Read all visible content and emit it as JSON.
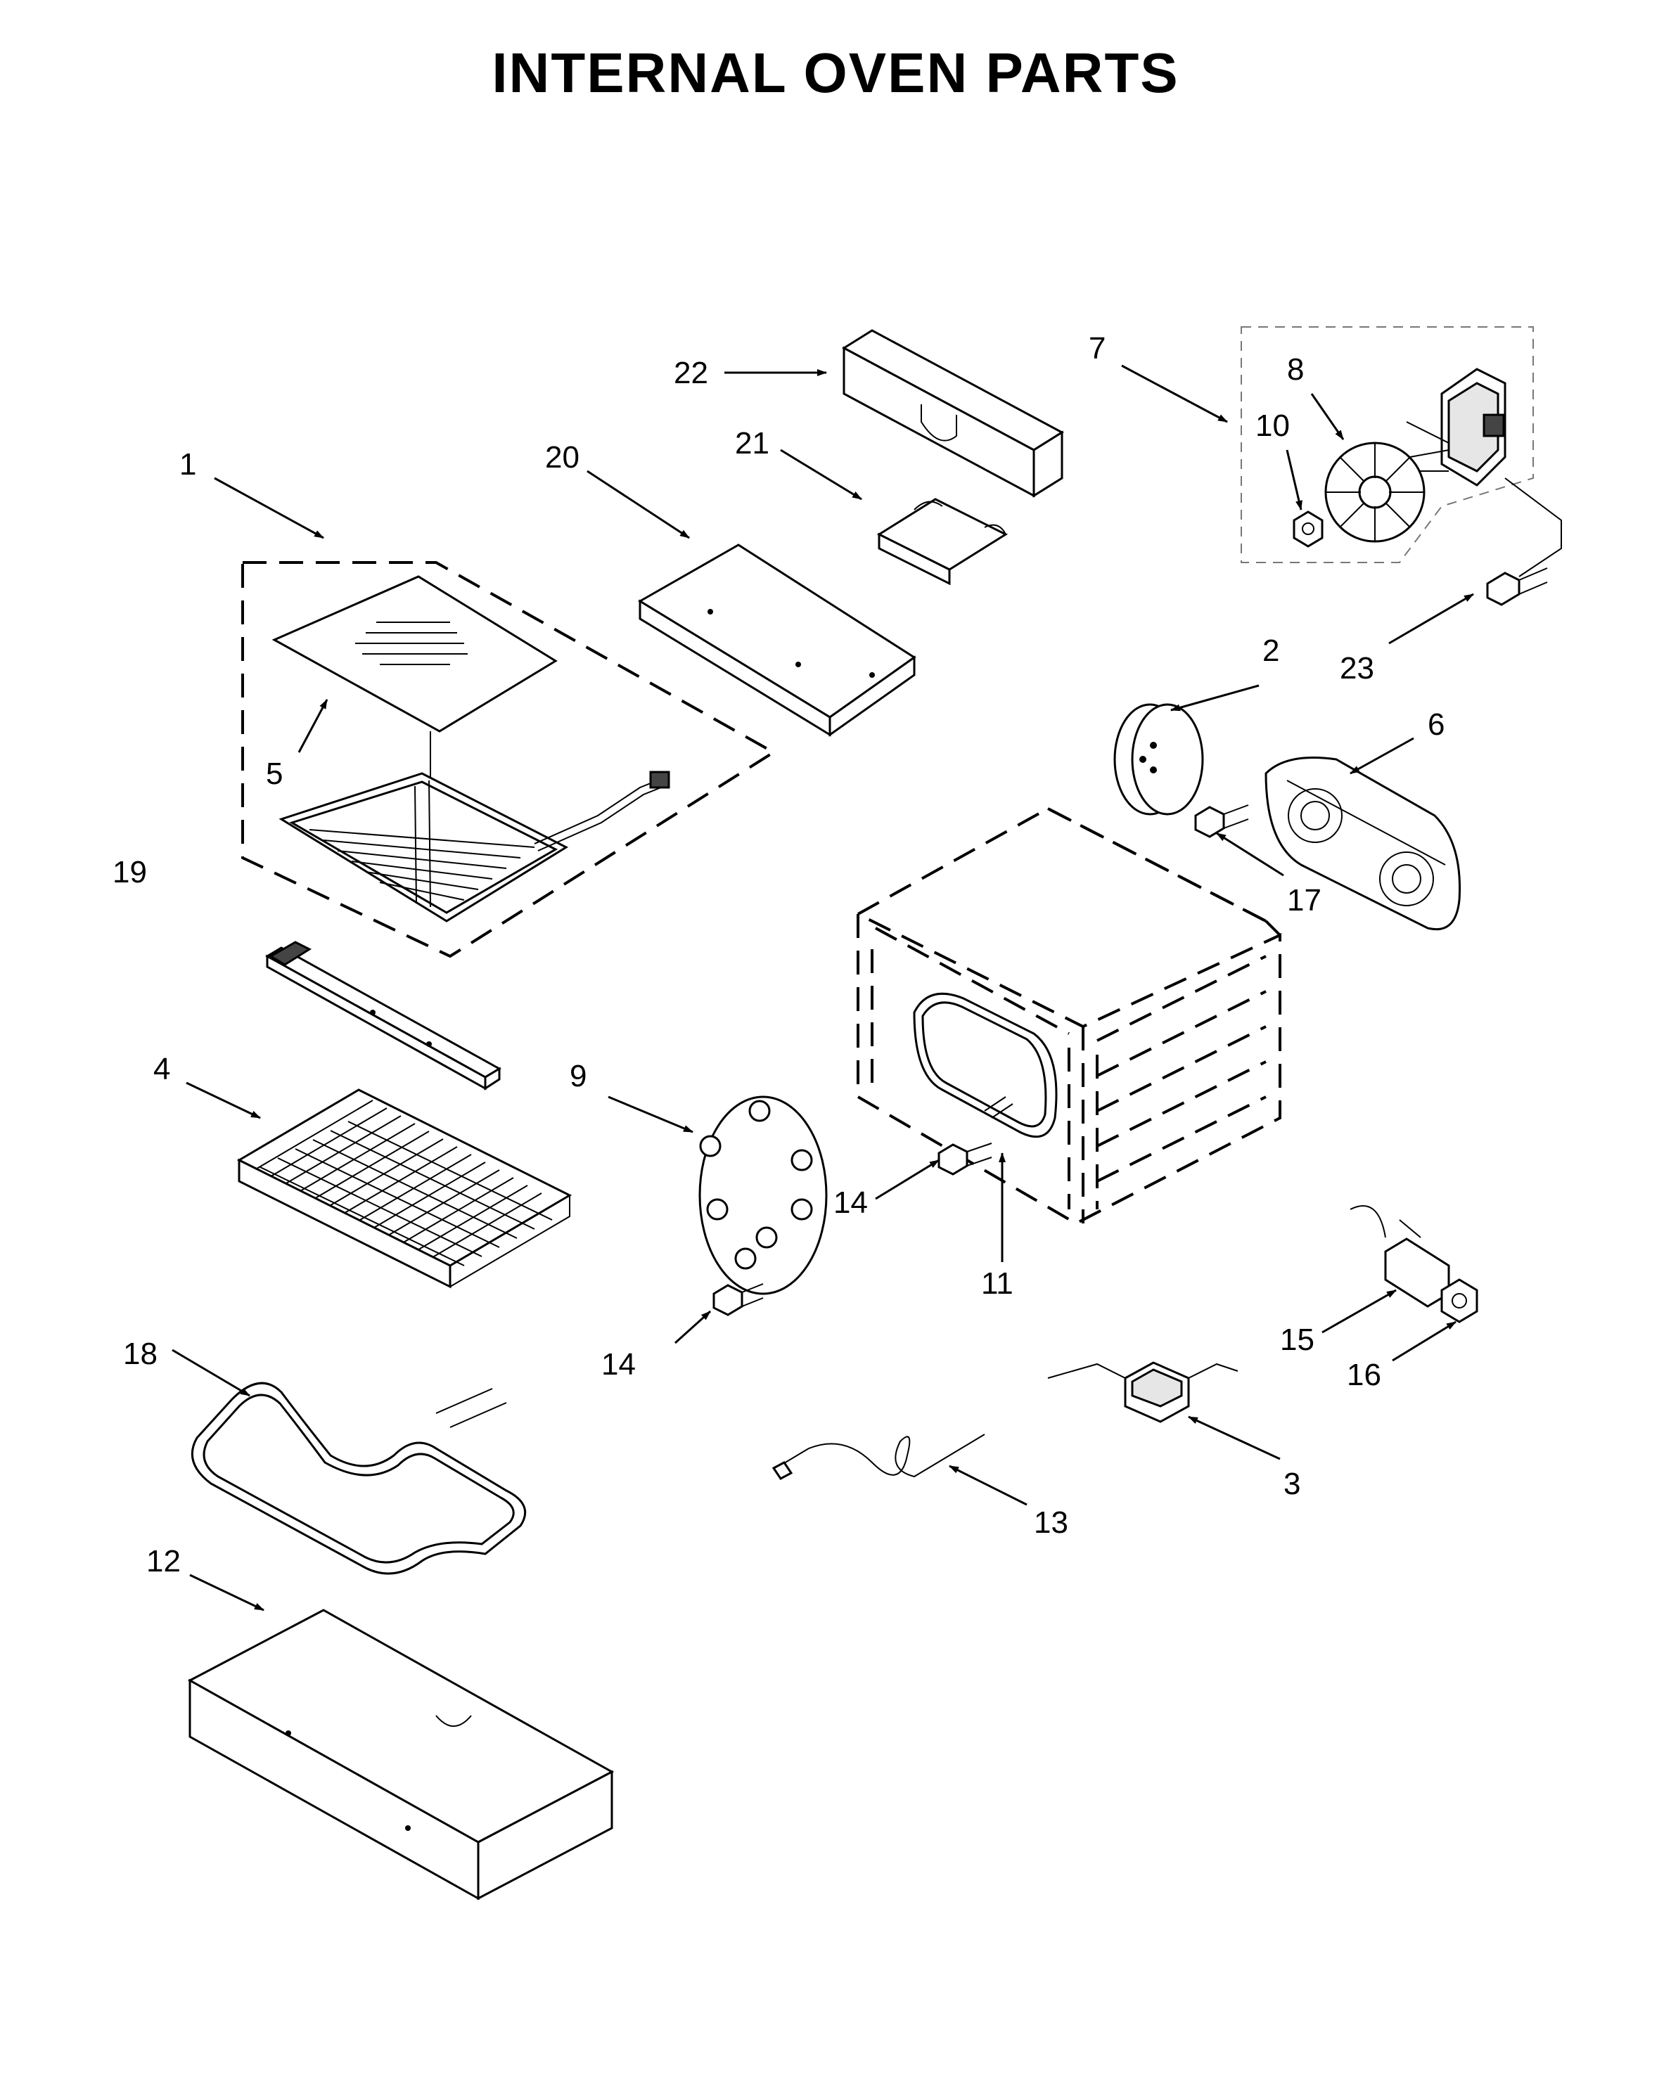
{
  "title": "INTERNAL OVEN PARTS",
  "callouts": [
    {
      "id": "c1",
      "label": "1"
    },
    {
      "id": "c2",
      "label": "2"
    },
    {
      "id": "c3",
      "label": "3"
    },
    {
      "id": "c4",
      "label": "4"
    },
    {
      "id": "c5",
      "label": "5"
    },
    {
      "id": "c6",
      "label": "6"
    },
    {
      "id": "c7",
      "label": "7"
    },
    {
      "id": "c8",
      "label": "8"
    },
    {
      "id": "c9",
      "label": "9"
    },
    {
      "id": "c10",
      "label": "10"
    },
    {
      "id": "c11",
      "label": "11"
    },
    {
      "id": "c12",
      "label": "12"
    },
    {
      "id": "c13",
      "label": "13"
    },
    {
      "id": "c14a",
      "label": "14"
    },
    {
      "id": "c14b",
      "label": "14"
    },
    {
      "id": "c15",
      "label": "15"
    },
    {
      "id": "c16",
      "label": "16"
    },
    {
      "id": "c17",
      "label": "17"
    },
    {
      "id": "c18",
      "label": "18"
    },
    {
      "id": "c19",
      "label": "19"
    },
    {
      "id": "c20",
      "label": "20"
    },
    {
      "id": "c21",
      "label": "21"
    },
    {
      "id": "c22",
      "label": "22"
    },
    {
      "id": "c23",
      "label": "23"
    }
  ]
}
